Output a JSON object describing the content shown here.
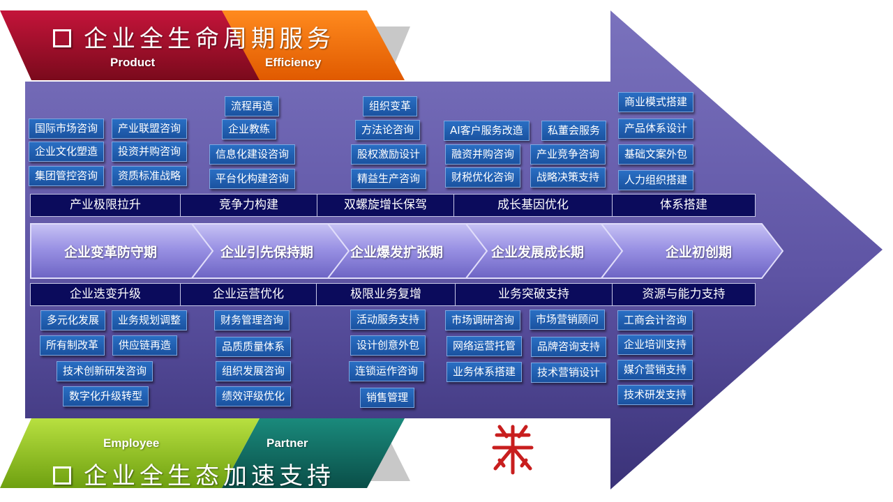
{
  "top_banner": {
    "title": "企业全生命周期服务",
    "tags": [
      "Product",
      "Efficiency"
    ]
  },
  "bottom_banner": {
    "title": "企业全生态加速支持",
    "tags": [
      "Employee",
      "Partner"
    ]
  },
  "upper_bar": [
    "产业极限拉升",
    "竞争力构建",
    "双螺旋增长保驾",
    "成长基因优化",
    "体系搭建"
  ],
  "stages": [
    "企业变革防守期",
    "企业引先保持期",
    "企业爆发扩张期",
    "企业发展成长期",
    "企业初创期"
  ],
  "lower_bar": [
    "企业迭变升级",
    "企业运营优化",
    "极限业务复增",
    "业务突破支持",
    "资源与能力支持"
  ],
  "upper_chips": [
    [
      "国际市场咨询",
      "产业联盟咨询",
      "企业文化塑造",
      "投资并购咨询",
      "集团管控咨询",
      "资质标准战略"
    ],
    [
      "流程再造",
      "企业教练",
      "信息化建设咨询",
      "平台化构建咨询"
    ],
    [
      "组织变革",
      "方法论咨询",
      "股权激励设计",
      "精益生产咨询"
    ],
    [
      "AI客户服务改造",
      "私董会服务",
      "融资并购咨询",
      "产业竞争咨询",
      "财税优化咨询",
      "战略决策支持"
    ],
    [
      "商业模式搭建",
      "产品体系设计",
      "基础文案外包",
      "人力组织搭建"
    ]
  ],
  "lower_chips": [
    [
      "多元化发展",
      "业务规划调整",
      "所有制改革",
      "供应链再造",
      "技术创新研发咨询",
      "数字化升级转型"
    ],
    [
      "财务管理咨询",
      "品质质量体系",
      "组织发展咨询",
      "绩效评级优化"
    ],
    [
      "活动服务支持",
      "设计创意外包",
      "连锁运作咨询",
      "销售管理"
    ],
    [
      "市场调研咨询",
      "市场营销顾问",
      "网络运营托管",
      "品牌咨询支持",
      "业务体系搭建",
      "技术营销设计"
    ],
    [
      "工商会计咨询",
      "企业培训支持",
      "媒介营销支持",
      "技术研发支持"
    ]
  ],
  "colors": {
    "arrow": "#6a5fae",
    "bar": "#0b0b5c",
    "chip": "#1e5fb4",
    "red_banner": "#a8102a",
    "orange_banner": "#f26a10",
    "green_banner": "#8cc020",
    "teal_banner": "#0e6e66",
    "logo": "#c81e1e"
  },
  "icons": {
    "bullet": "checkbox-square-icon",
    "logo": "seal-logo-icon"
  }
}
